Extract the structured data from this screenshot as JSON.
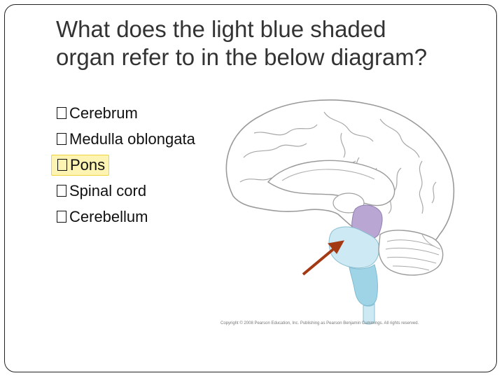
{
  "slide": {
    "title": "What does the light blue shaded\norgan refer to in the below diagram?",
    "options": [
      {
        "label": "Cerebrum",
        "highlighted": false
      },
      {
        "label": "Medulla oblongata",
        "highlighted": false
      },
      {
        "label": "Pons",
        "highlighted": true
      },
      {
        "label": "Spinal cord",
        "highlighted": false
      },
      {
        "label": "Cerebellum",
        "highlighted": false
      }
    ],
    "copyright": "Copyright © 2008 Pearson Education, Inc. Publishing as Pearson Benjamin Cummings. All rights reserved."
  },
  "colors": {
    "title_text": "#333333",
    "highlight_fill": "#fdf3b2",
    "highlight_border": "#f0d43a",
    "midbrain_purple": "#b9a6d3",
    "pons_light_blue": "#cde9f3",
    "medulla_blue": "#9fd4e6",
    "arrow": "#a33a14"
  }
}
